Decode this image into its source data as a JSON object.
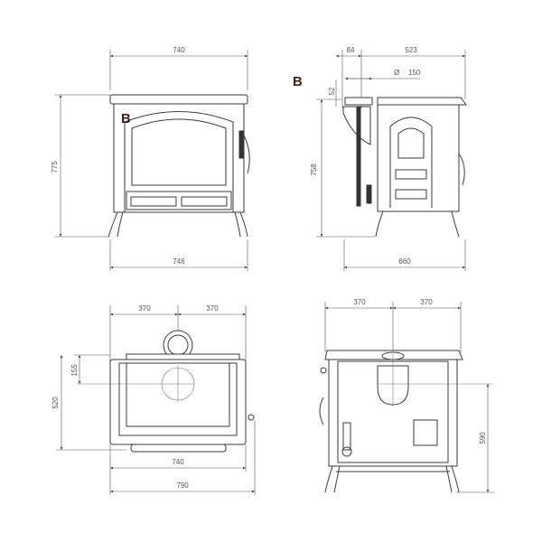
{
  "front_view": {
    "width_top": "740",
    "height": "775",
    "width_bottom": "746",
    "marker": "B"
  },
  "side_view": {
    "flue_offset": "84",
    "depth_top": "523",
    "flue_diameter_symbol": "Ø",
    "flue_diameter": "150",
    "flue_height_offset": "52",
    "flue_height": "758",
    "depth_total": "660",
    "marker": "B"
  },
  "top_view": {
    "left_half": "370",
    "right_half": "370",
    "flue_depth": "155",
    "depth": "520",
    "width_body": "740",
    "width_total": "790"
  },
  "back_view": {
    "left_half": "370",
    "right_half": "370",
    "flue_height": "590"
  }
}
